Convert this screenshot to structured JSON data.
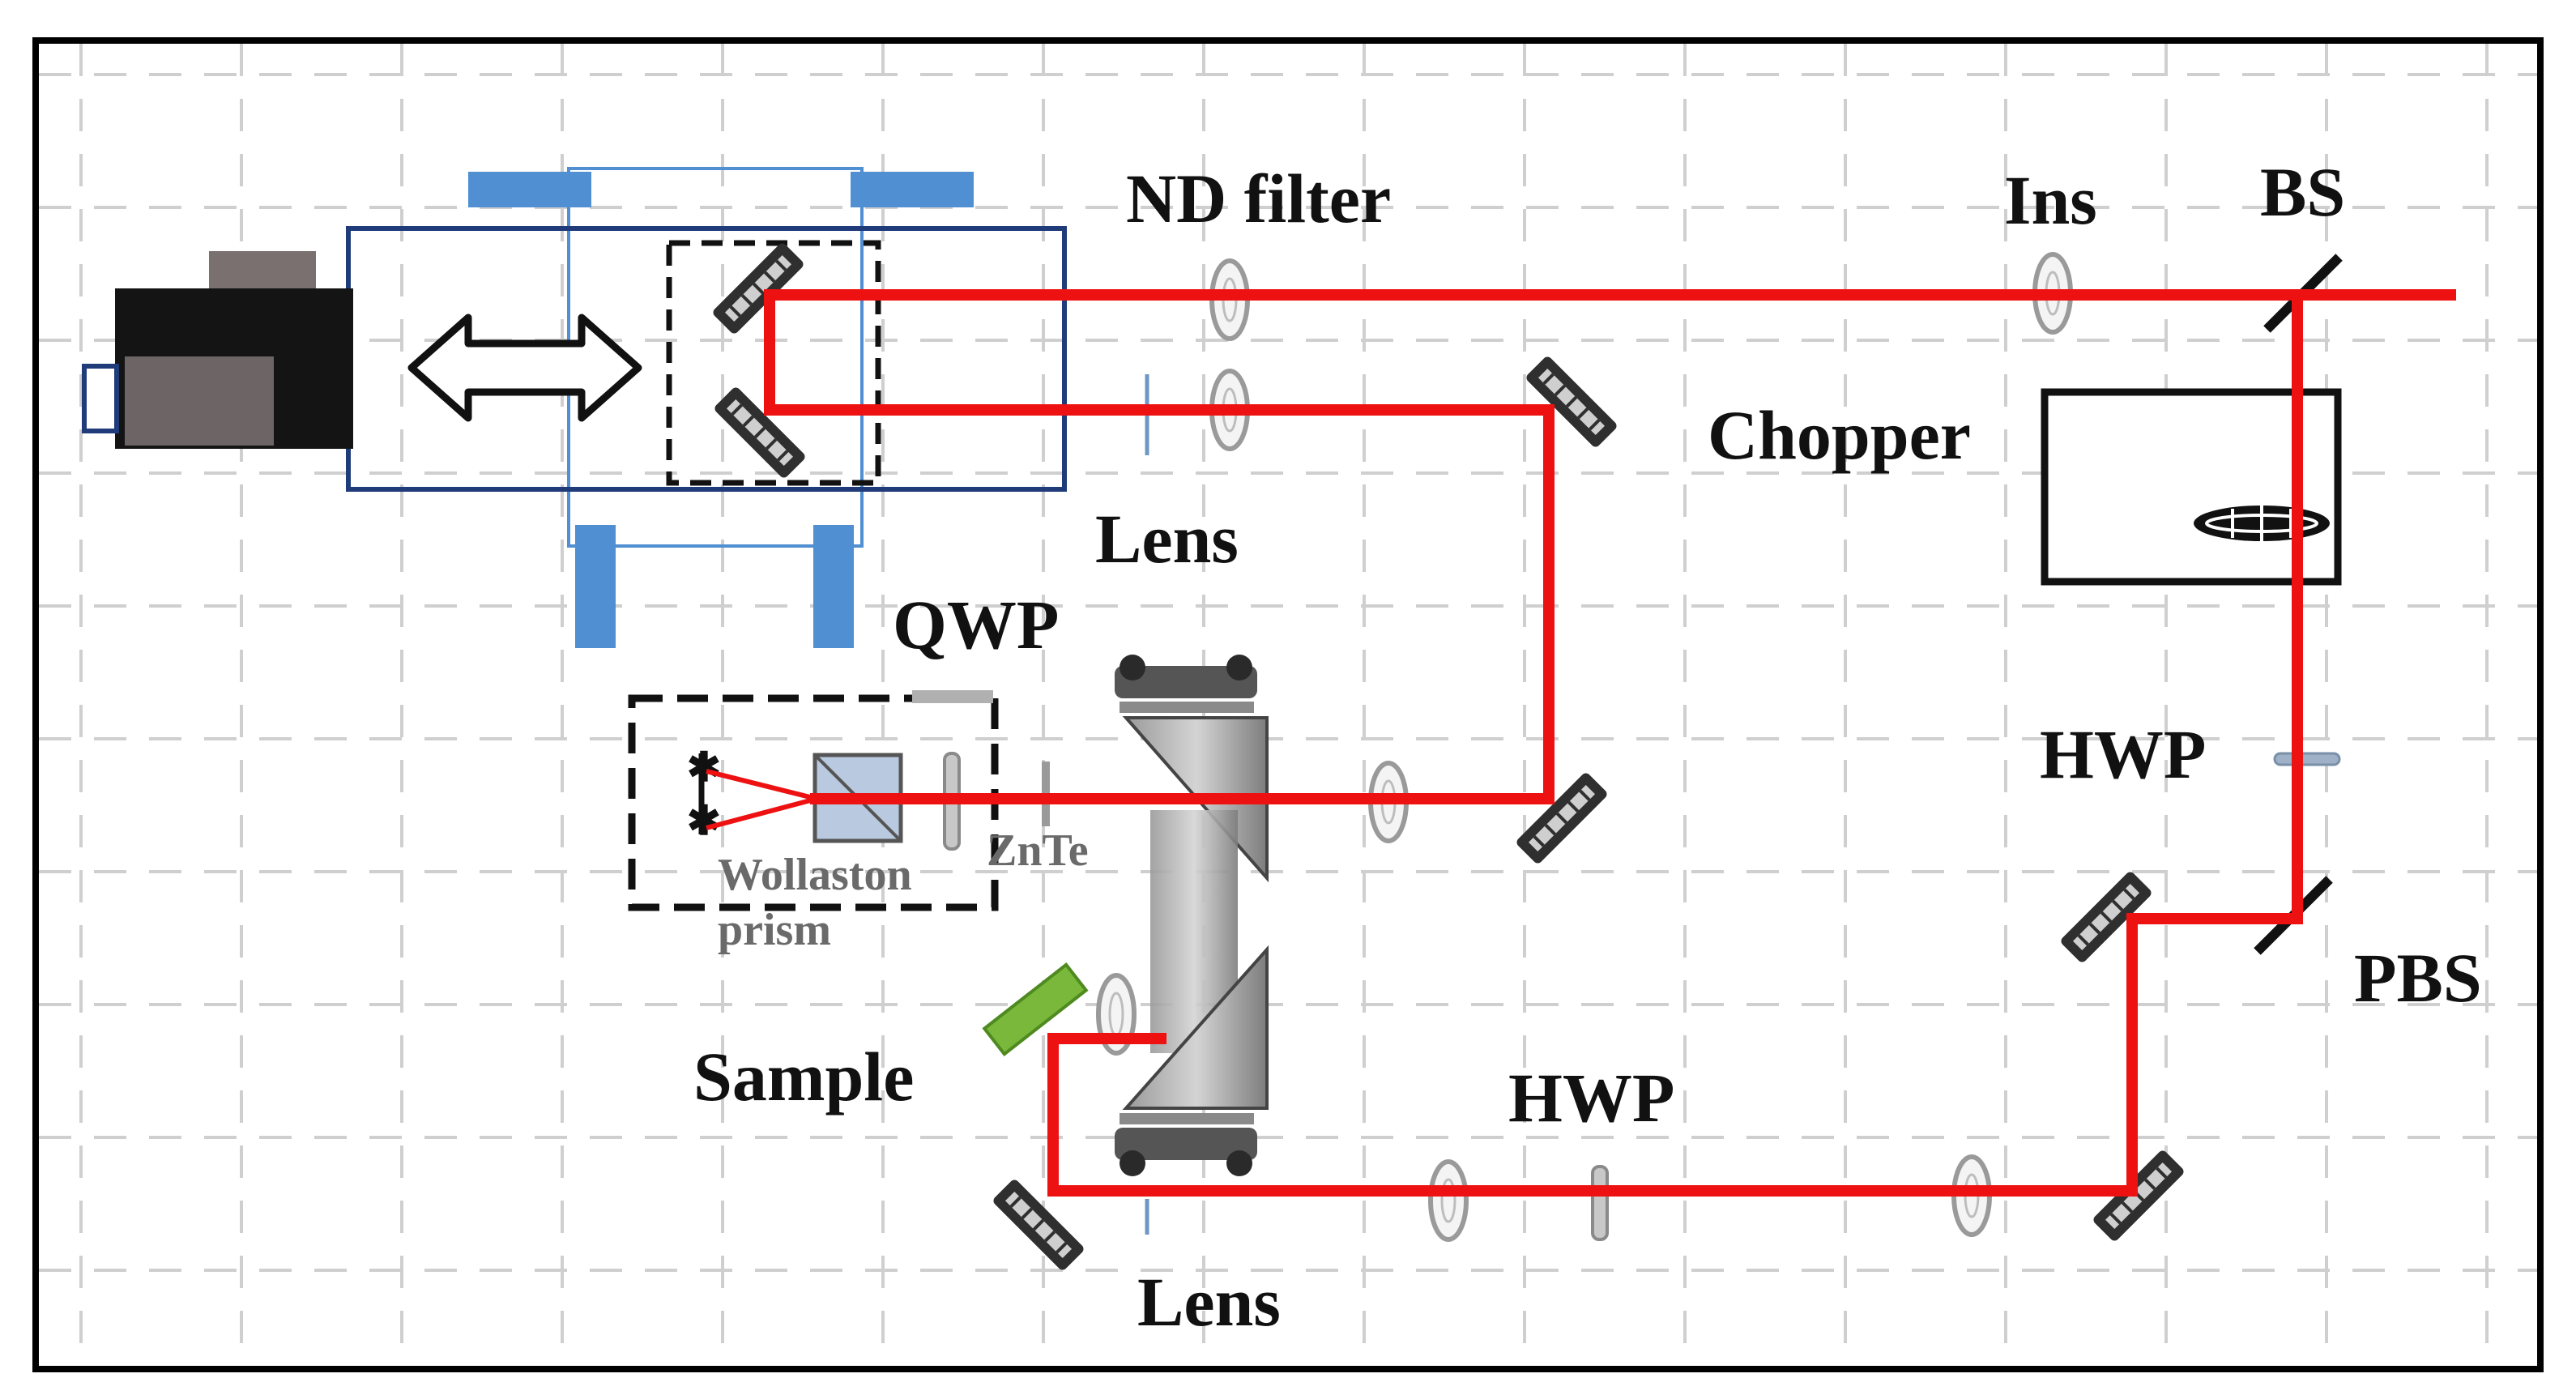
{
  "diagram": {
    "labels": {
      "nd_filter": "ND filter",
      "ins": "Ins",
      "bs": "BS",
      "chopper": "Chopper",
      "lens_upper": "Lens",
      "qwp": "QWP",
      "hwp_right": "HWP",
      "pbs": "PBS",
      "zn_te": "ZnTe",
      "wollaston_line1": "Wollaston",
      "wollaston_line2": "prism",
      "sample": "Sample",
      "hwp_bottom": "HWP",
      "lens_lower": "Lens"
    },
    "colors": {
      "beam": "#ee1111",
      "frame": "#000000",
      "grid": "#cfcfcf",
      "stage_rail": "#4f8fd2",
      "stage_box": "#1f3b7a",
      "sample": "#79b83a",
      "mirror": "#3a3a3a",
      "optic": "#a8a8a8"
    }
  }
}
